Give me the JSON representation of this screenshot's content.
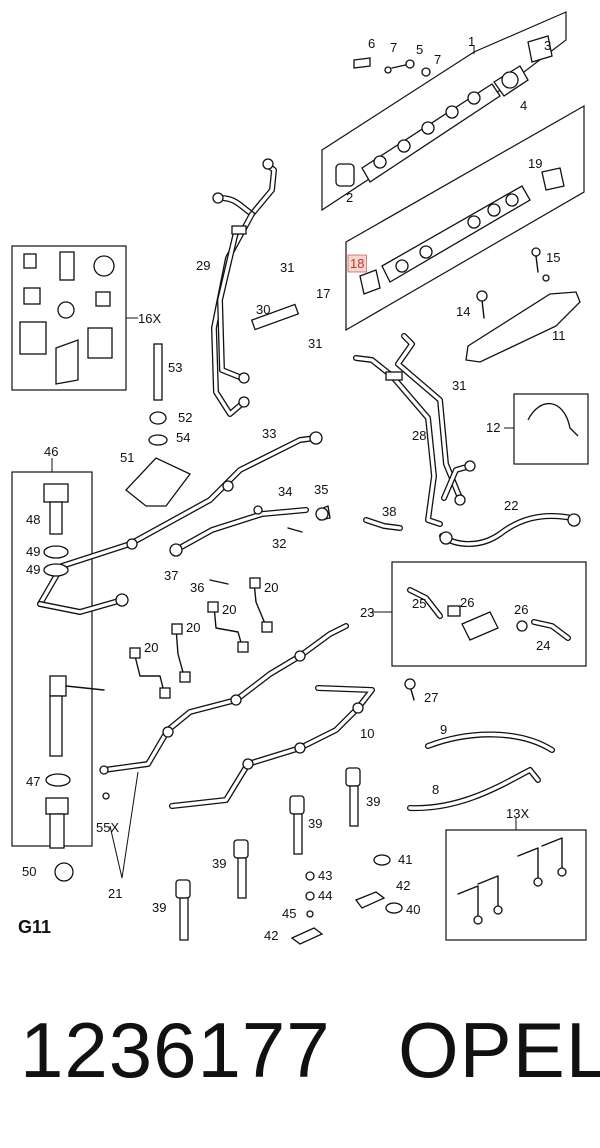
{
  "diagram": {
    "code": "G11",
    "callouts": [
      {
        "id": "c1",
        "text": "1"
      },
      {
        "id": "c2",
        "text": "2"
      },
      {
        "id": "c3",
        "text": "3"
      },
      {
        "id": "c4",
        "text": "4"
      },
      {
        "id": "c5",
        "text": "5"
      },
      {
        "id": "c6",
        "text": "6"
      },
      {
        "id": "c7a",
        "text": "7"
      },
      {
        "id": "c7b",
        "text": "7"
      },
      {
        "id": "c8",
        "text": "8"
      },
      {
        "id": "c9",
        "text": "9"
      },
      {
        "id": "c10",
        "text": "10"
      },
      {
        "id": "c11",
        "text": "11"
      },
      {
        "id": "c12",
        "text": "12"
      },
      {
        "id": "c13x",
        "text": "13X"
      },
      {
        "id": "c14",
        "text": "14"
      },
      {
        "id": "c15",
        "text": "15"
      },
      {
        "id": "c16x",
        "text": "16X"
      },
      {
        "id": "c17",
        "text": "17"
      },
      {
        "id": "c18",
        "text": "18",
        "highlight": true
      },
      {
        "id": "c19",
        "text": "19"
      },
      {
        "id": "c20a",
        "text": "20"
      },
      {
        "id": "c20b",
        "text": "20"
      },
      {
        "id": "c20c",
        "text": "20"
      },
      {
        "id": "c20d",
        "text": "20"
      },
      {
        "id": "c21",
        "text": "21"
      },
      {
        "id": "c22",
        "text": "22"
      },
      {
        "id": "c23",
        "text": "23"
      },
      {
        "id": "c24",
        "text": "24"
      },
      {
        "id": "c25",
        "text": "25"
      },
      {
        "id": "c26a",
        "text": "26"
      },
      {
        "id": "c26b",
        "text": "26"
      },
      {
        "id": "c27",
        "text": "27"
      },
      {
        "id": "c28",
        "text": "28"
      },
      {
        "id": "c29",
        "text": "29"
      },
      {
        "id": "c30",
        "text": "30"
      },
      {
        "id": "c31a",
        "text": "31"
      },
      {
        "id": "c31b",
        "text": "31"
      },
      {
        "id": "c31c",
        "text": "31"
      },
      {
        "id": "c32",
        "text": "32"
      },
      {
        "id": "c33",
        "text": "33"
      },
      {
        "id": "c34",
        "text": "34"
      },
      {
        "id": "c35",
        "text": "35"
      },
      {
        "id": "c36",
        "text": "36"
      },
      {
        "id": "c37",
        "text": "37"
      },
      {
        "id": "c38",
        "text": "38"
      },
      {
        "id": "c39a",
        "text": "39"
      },
      {
        "id": "c39b",
        "text": "39"
      },
      {
        "id": "c39c",
        "text": "39"
      },
      {
        "id": "c39d",
        "text": "39"
      },
      {
        "id": "c40",
        "text": "40"
      },
      {
        "id": "c41",
        "text": "41"
      },
      {
        "id": "c42a",
        "text": "42"
      },
      {
        "id": "c42b",
        "text": "42"
      },
      {
        "id": "c43",
        "text": "43"
      },
      {
        "id": "c44",
        "text": "44"
      },
      {
        "id": "c45",
        "text": "45"
      },
      {
        "id": "c46",
        "text": "46"
      },
      {
        "id": "c47",
        "text": "47"
      },
      {
        "id": "c48",
        "text": "48"
      },
      {
        "id": "c49a",
        "text": "49"
      },
      {
        "id": "c49b",
        "text": "49"
      },
      {
        "id": "c50",
        "text": "50"
      },
      {
        "id": "c51",
        "text": "51"
      },
      {
        "id": "c52",
        "text": "52"
      },
      {
        "id": "c53",
        "text": "53"
      },
      {
        "id": "c54",
        "text": "54"
      },
      {
        "id": "c55x",
        "text": "55X"
      }
    ],
    "highlight_color": "#c0392b"
  },
  "footer": {
    "part_number": "1236177",
    "brand": "OPEL"
  }
}
